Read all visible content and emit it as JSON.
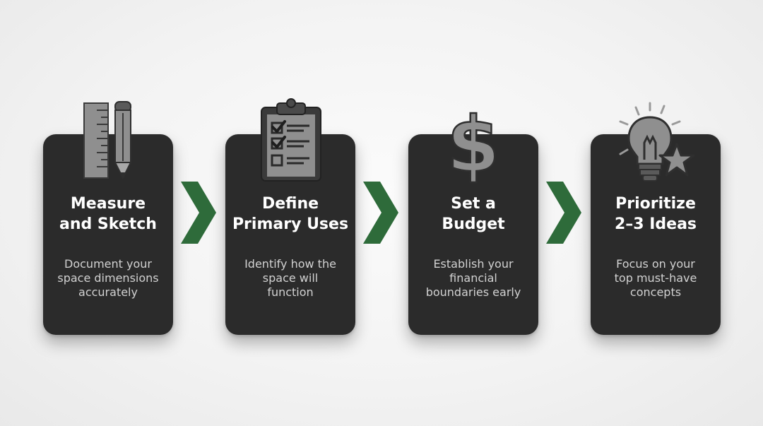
{
  "steps": [
    {
      "title": "Measure\nand Sketch",
      "description": "Document your\nspace dimensions\naccurately",
      "icon": "ruler-pencil-icon"
    },
    {
      "title": "Define\nPrimary Uses",
      "description": "Identify how the\nspace will\nfunction",
      "icon": "clipboard-checklist-icon"
    },
    {
      "title": "Set a\nBudget",
      "description": "Establish your\nfinancial\nboundaries early",
      "icon": "dollar-sign-icon"
    },
    {
      "title": "Prioritize\n2–3 Ideas",
      "description": "Focus on your\ntop must-have\nconcepts",
      "icon": "lightbulb-star-icon"
    }
  ],
  "colors": {
    "card": "#2b2b2b",
    "arrow": "#2e6b3a",
    "icon": "#8c8c8c",
    "icon_dark": "#2f2f2f"
  }
}
